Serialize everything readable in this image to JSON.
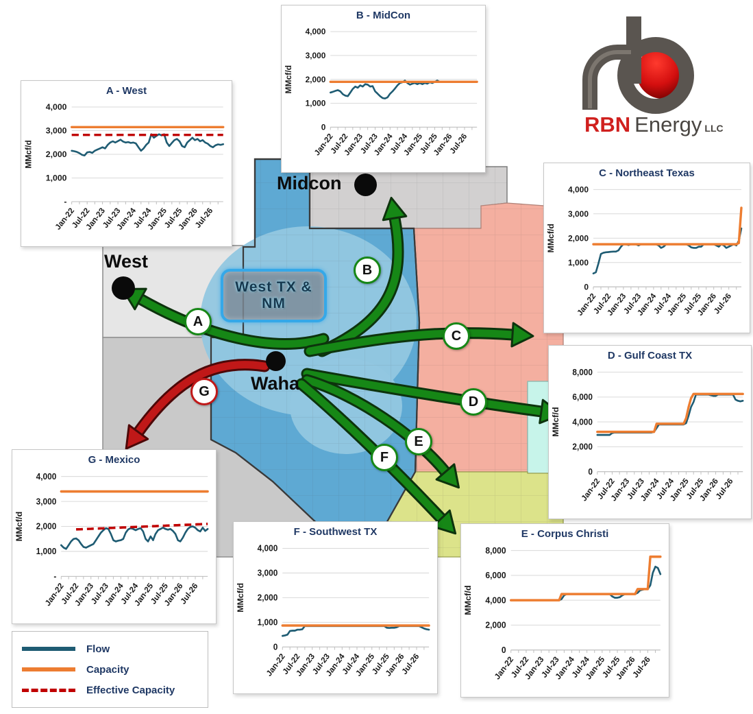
{
  "logo": {
    "rbn": "RBN",
    "energy": "Energy",
    "llc": "LLC",
    "red": "#D0201E",
    "gray": "#4a4642"
  },
  "map": {
    "hub_label": "Waha",
    "midcon_label": "Midcon",
    "west_label": "West",
    "box_line1": "West TX &",
    "box_line2": "NM",
    "colors": {
      "nm_gray": "#E6E6E6",
      "mexico_gray": "#C9C9C9",
      "midcon_gray": "#D2D0D0",
      "west_tx_blue": "#5EA9D3",
      "basin_light_blue": "#92C7E0",
      "northeast_pink": "#F4AFA0",
      "gulf_cyan": "#C7F4EA",
      "south_green": "#DCE38A",
      "arrow_green": "#168716",
      "arrow_red": "#C01818"
    },
    "arrows": [
      {
        "letter": "A",
        "ring": "#168716"
      },
      {
        "letter": "B",
        "ring": "#168716"
      },
      {
        "letter": "C",
        "ring": "#168716"
      },
      {
        "letter": "D",
        "ring": "#168716"
      },
      {
        "letter": "E",
        "ring": "#168716"
      },
      {
        "letter": "F",
        "ring": "#168716"
      },
      {
        "letter": "G",
        "ring": "#C01818"
      }
    ]
  },
  "legend": {
    "items": [
      {
        "label": "Flow",
        "color": "#1F5C73",
        "dashed": false
      },
      {
        "label": "Capacity",
        "color": "#ED7D31",
        "dashed": false
      },
      {
        "label": "Effective Capacity",
        "color": "#C00000",
        "dashed": true
      }
    ]
  },
  "chart_defaults": {
    "months": 60,
    "ylabel": "MMcf/d",
    "x_ticks": [
      "Jan-22",
      "Jul-22",
      "Jan-23",
      "Jul-23",
      "Jan-24",
      "Jul-24",
      "Jan-25",
      "Jul-25",
      "Jan-26",
      "Jul-26"
    ]
  },
  "chart_data": [
    {
      "id": "A",
      "type": "line",
      "title": "A - West",
      "ylim": [
        0,
        4000
      ],
      "yticks": [
        0,
        1000,
        2000,
        3000,
        4000
      ],
      "zero_label": "-",
      "series": [
        {
          "name": "Flow",
          "color": "#1F5C73",
          "width": 2.6,
          "values": [
            2150,
            2130,
            2100,
            2050,
            1980,
            1950,
            2080,
            2100,
            2060,
            2150,
            2200,
            2250,
            2300,
            2250,
            2400,
            2500,
            2550,
            2500,
            2560,
            2620,
            2540,
            2500,
            2520,
            2480,
            2500,
            2460,
            2300,
            2150,
            2250,
            2400,
            2500,
            2850,
            2700,
            2780,
            2850,
            2800,
            2850,
            2500,
            2350,
            2480,
            2600,
            2650,
            2550,
            2350,
            2300,
            2500,
            2600,
            2700,
            2600,
            2650,
            2550,
            2600,
            2500,
            2450,
            2350,
            2300,
            2380,
            2420,
            2400,
            2430
          ]
        },
        {
          "name": "Capacity",
          "color": "#ED7D31",
          "width": 3.4,
          "flat": 3150
        },
        {
          "name": "Effective Capacity",
          "color": "#C00000",
          "width": 3.4,
          "dash": "10 6",
          "flat": 2820
        }
      ]
    },
    {
      "id": "B",
      "type": "line",
      "title": "B - MidCon",
      "ylim": [
        0,
        4000
      ],
      "yticks": [
        0,
        1000,
        2000,
        3000,
        4000
      ],
      "zero_label": "0",
      "series": [
        {
          "name": "Flow",
          "color": "#1F5C73",
          "width": 2.6,
          "values": [
            1450,
            1480,
            1520,
            1550,
            1500,
            1380,
            1320,
            1300,
            1450,
            1600,
            1700,
            1650,
            1750,
            1700,
            1800,
            1780,
            1700,
            1720,
            1500,
            1400,
            1300,
            1220,
            1200,
            1250,
            1400,
            1500,
            1620,
            1750,
            1850,
            1880,
            1950,
            1850,
            1780,
            1820,
            1850,
            1800,
            1850,
            1800,
            1850,
            1820,
            1880,
            1850,
            1900,
            1950,
            1900,
            1900,
            1900,
            1900,
            1900,
            1900,
            1900,
            1900,
            1900,
            1900,
            1900,
            1900,
            1900,
            1900,
            1900,
            1900
          ]
        },
        {
          "name": "Capacity",
          "color": "#ED7D31",
          "width": 3.4,
          "flat": 1900
        }
      ]
    },
    {
      "id": "C",
      "type": "line",
      "title": "C - Northeast Texas",
      "ylim": [
        0,
        4000
      ],
      "yticks": [
        0,
        1000,
        2000,
        3000,
        4000
      ],
      "zero_label": "0",
      "series": [
        {
          "name": "Flow",
          "color": "#1F5C73",
          "width": 2.6,
          "values": [
            550,
            600,
            950,
            1350,
            1400,
            1420,
            1430,
            1440,
            1450,
            1450,
            1500,
            1650,
            1750,
            1750,
            1720,
            1750,
            1750,
            1750,
            1700,
            1750,
            1750,
            1750,
            1750,
            1750,
            1750,
            1750,
            1700,
            1600,
            1650,
            1750,
            1750,
            1750,
            1750,
            1750,
            1750,
            1750,
            1750,
            1750,
            1700,
            1620,
            1600,
            1600,
            1650,
            1650,
            1750,
            1750,
            1750,
            1750,
            1750,
            1700,
            1650,
            1750,
            1700,
            1600,
            1650,
            1700,
            1750,
            1700,
            1900,
            2400
          ]
        },
        {
          "name": "Capacity",
          "color": "#ED7D31",
          "width": 3.4,
          "steps": [
            [
              0,
              1750
            ],
            [
              58,
              1800
            ],
            [
              59,
              3250
            ]
          ]
        }
      ]
    },
    {
      "id": "D",
      "type": "line",
      "title": "D - Gulf Coast TX",
      "ylim": [
        0,
        8000
      ],
      "yticks": [
        0,
        2000,
        4000,
        6000,
        8000
      ],
      "zero_label": "0",
      "series": [
        {
          "name": "Flow",
          "color": "#1F5C73",
          "width": 2.6,
          "values": [
            2950,
            2950,
            2950,
            2950,
            2950,
            2950,
            3100,
            3150,
            3150,
            3150,
            3150,
            3150,
            3150,
            3150,
            3150,
            3150,
            3150,
            3150,
            3150,
            3150,
            3150,
            3150,
            3150,
            3200,
            3500,
            3800,
            3800,
            3800,
            3800,
            3800,
            3800,
            3800,
            3800,
            3800,
            3800,
            3800,
            3900,
            4500,
            5200,
            5600,
            6200,
            6200,
            6200,
            6200,
            6200,
            6200,
            6150,
            6100,
            6100,
            6200,
            6200,
            6200,
            6200,
            6200,
            6200,
            6200,
            5800,
            5700,
            5650,
            5700
          ]
        },
        {
          "name": "Capacity",
          "color": "#ED7D31",
          "width": 3.4,
          "steps": [
            [
              0,
              3200
            ],
            [
              24,
              3850
            ],
            [
              36,
              4300
            ],
            [
              37,
              5200
            ],
            [
              38,
              5900
            ],
            [
              39,
              6250
            ]
          ]
        }
      ]
    },
    {
      "id": "E",
      "type": "line",
      "title": "E - Corpus Christi",
      "ylim": [
        0,
        8000
      ],
      "yticks": [
        0,
        2000,
        4000,
        6000,
        8000
      ],
      "zero_label": "0",
      "series": [
        {
          "name": "Flow",
          "color": "#1F5C73",
          "width": 2.6,
          "values": [
            4000,
            4000,
            4000,
            4000,
            4000,
            4000,
            4000,
            4000,
            4000,
            4000,
            4000,
            4000,
            4000,
            4000,
            4000,
            4000,
            4000,
            4000,
            4000,
            4000,
            4100,
            4400,
            4500,
            4500,
            4500,
            4500,
            4500,
            4500,
            4500,
            4500,
            4500,
            4500,
            4500,
            4500,
            4500,
            4500,
            4500,
            4500,
            4500,
            4500,
            4300,
            4200,
            4200,
            4250,
            4400,
            4500,
            4500,
            4500,
            4500,
            4500,
            4600,
            4800,
            4850,
            4900,
            4900,
            5200,
            6200,
            6700,
            6600,
            6100
          ]
        },
        {
          "name": "Capacity",
          "color": "#ED7D31",
          "width": 3.4,
          "steps": [
            [
              0,
              4000
            ],
            [
              20,
              4500
            ],
            [
              50,
              4900
            ],
            [
              55,
              7500
            ]
          ]
        }
      ]
    },
    {
      "id": "F",
      "type": "line",
      "title": "F - Southwest TX",
      "ylim": [
        0,
        4000
      ],
      "yticks": [
        0,
        1000,
        2000,
        3000,
        4000
      ],
      "zero_label": "0",
      "series": [
        {
          "name": "Flow",
          "color": "#1F5C73",
          "width": 2.6,
          "values": [
            450,
            470,
            500,
            650,
            660,
            660,
            700,
            700,
            720,
            850,
            850,
            850,
            850,
            850,
            850,
            850,
            850,
            850,
            850,
            850,
            850,
            850,
            850,
            850,
            850,
            850,
            850,
            850,
            850,
            850,
            850,
            850,
            850,
            850,
            850,
            850,
            850,
            850,
            850,
            850,
            850,
            850,
            780,
            770,
            780,
            780,
            800,
            850,
            850,
            850,
            850,
            850,
            850,
            850,
            850,
            850,
            800,
            750,
            720,
            700
          ]
        },
        {
          "name": "Capacity",
          "color": "#ED7D31",
          "width": 3.4,
          "flat": 870
        }
      ]
    },
    {
      "id": "G",
      "type": "line",
      "title": "G - Mexico",
      "ylim": [
        0,
        4000
      ],
      "yticks": [
        0,
        1000,
        2000,
        3000,
        4000
      ],
      "zero_label": "-",
      "series": [
        {
          "name": "Flow",
          "color": "#1F5C73",
          "width": 2.6,
          "values": [
            1250,
            1150,
            1100,
            1250,
            1400,
            1500,
            1520,
            1450,
            1300,
            1180,
            1150,
            1200,
            1250,
            1300,
            1450,
            1600,
            1750,
            1850,
            1930,
            1900,
            1700,
            1450,
            1400,
            1430,
            1450,
            1500,
            1750,
            1880,
            1930,
            1900,
            1850,
            1900,
            1930,
            1800,
            1500,
            1400,
            1600,
            1450,
            1700,
            1850,
            1900,
            1950,
            1900,
            1870,
            1900,
            1820,
            1700,
            1450,
            1400,
            1550,
            1750,
            1900,
            1980,
            2000,
            1950,
            1850,
            1800,
            1950,
            1820,
            1900
          ]
        },
        {
          "name": "Capacity",
          "color": "#ED7D31",
          "width": 3.4,
          "flat": 3400
        },
        {
          "name": "Effective Capacity",
          "color": "#C00000",
          "width": 3.4,
          "dash": "10 6",
          "ramp": {
            "start": 6,
            "end": 59,
            "from": 1880,
            "to": 2100
          }
        }
      ]
    }
  ]
}
